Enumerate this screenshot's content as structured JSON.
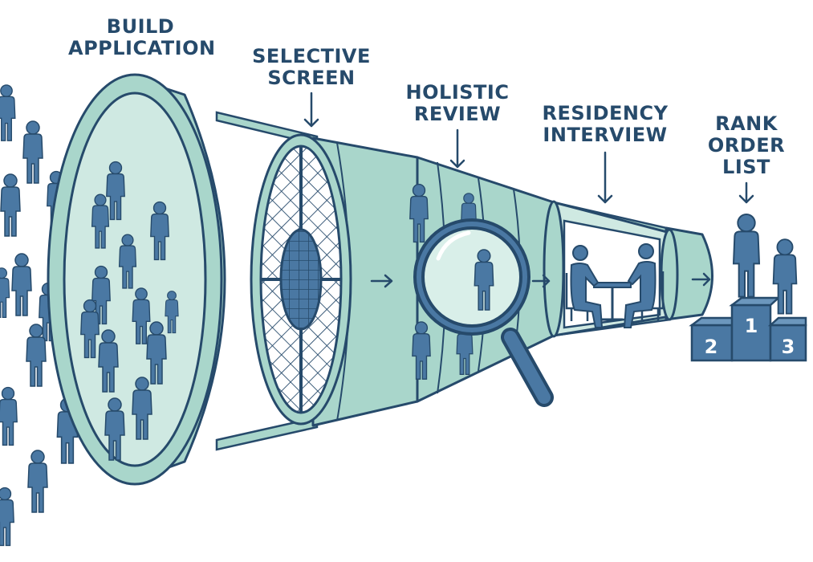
{
  "stages": [
    {
      "id": "build",
      "lines": [
        "BUILD",
        "APPLICATION"
      ]
    },
    {
      "id": "screen",
      "lines": [
        "SELECTIVE",
        "SCREEN"
      ]
    },
    {
      "id": "review",
      "lines": [
        "HOLISTIC",
        "REVIEW"
      ]
    },
    {
      "id": "interview",
      "lines": [
        "RESIDENCY",
        "INTERVIEW"
      ]
    },
    {
      "id": "rank",
      "lines": [
        "RANK",
        "ORDER",
        "LIST"
      ]
    }
  ],
  "podium": {
    "first": "1",
    "second": "2",
    "third": "3"
  },
  "colors": {
    "ink": "#264a6b",
    "funnel_fill": "#a9d6cb",
    "funnel_light": "#cfe9e2",
    "person": "#4a78a3",
    "person_stroke": "#264a6b",
    "podium": "#4a78a3"
  }
}
